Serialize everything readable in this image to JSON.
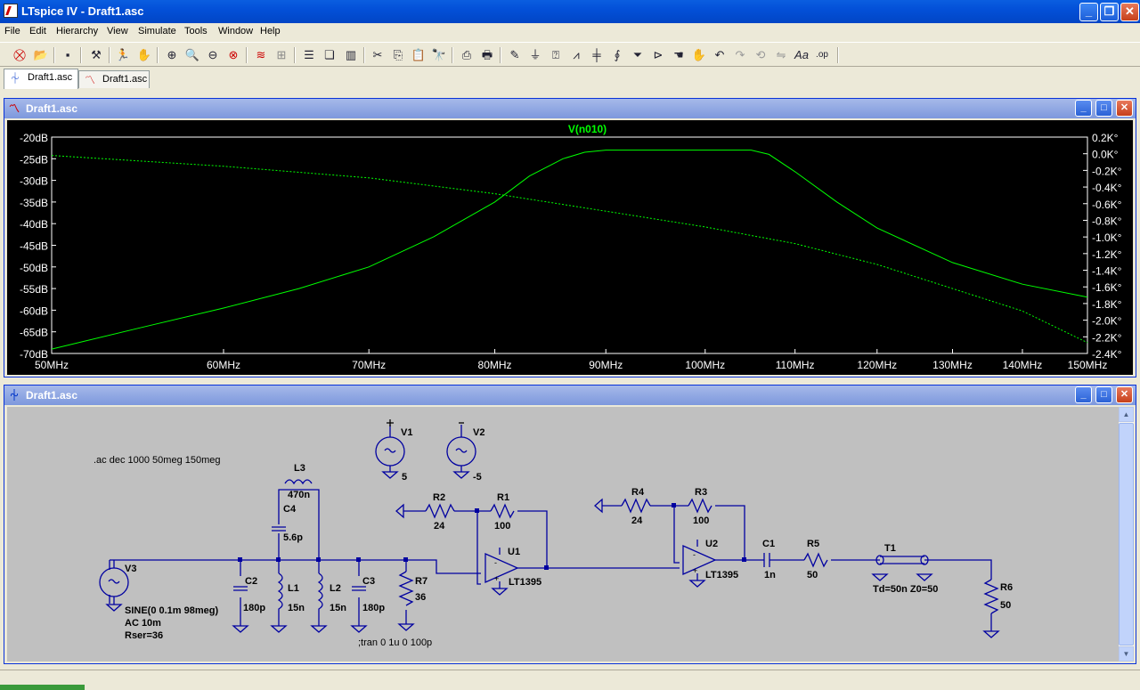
{
  "app": {
    "title": "LTspice IV - Draft1.asc"
  },
  "menu": [
    "File",
    "Edit",
    "Hierarchy",
    "View",
    "Simulate",
    "Tools",
    "Window",
    "Help"
  ],
  "toolbar_icons": [
    "open-schematic-icon",
    "open-file-icon",
    "save-icon",
    "control-panel-icon",
    "run-icon",
    "halt-icon",
    "zoom-in-icon",
    "zoom-pan-icon",
    "zoom-out-icon",
    "zoom-cancel-icon",
    "autorange-icon",
    "fit-icon",
    "tile-horizontal-icon",
    "cascade-icon",
    "tile-vertical-icon",
    "cut-icon",
    "copy-icon",
    "paste-icon",
    "find-icon",
    "print-setup-icon",
    "print-icon",
    "draw-wire-icon",
    "ground-icon",
    "label-net-icon",
    "resistor-icon",
    "capacitor-icon",
    "inductor-icon",
    "diode-icon",
    "component-icon",
    "move-icon",
    "drag-icon",
    "undo-icon",
    "redo-icon",
    "rotate-icon",
    "mirror-icon",
    "text-icon",
    "spice-directive-icon"
  ],
  "tabs": [
    {
      "label": "Draft1.asc",
      "icon": "schematic-icon"
    },
    {
      "label": "Draft1.asc",
      "icon": "waveform-icon"
    }
  ],
  "plot_window": {
    "title": "Draft1.asc"
  },
  "schematic_window": {
    "title": "Draft1.asc"
  },
  "chart_data": {
    "type": "line",
    "title": "V(n010)",
    "xlabel": "",
    "ylabel": "",
    "x_ticks": [
      "50MHz",
      "60MHz",
      "70MHz",
      "80MHz",
      "90MHz",
      "100MHz",
      "110MHz",
      "120MHz",
      "130MHz",
      "140MHz",
      "150MHz"
    ],
    "y_ticks_left": [
      "-20dB",
      "-25dB",
      "-30dB",
      "-35dB",
      "-40dB",
      "-45dB",
      "-50dB",
      "-55dB",
      "-60dB",
      "-65dB",
      "-70dB"
    ],
    "y_ticks_right": [
      "0.2K°",
      "0.0K°",
      "-0.2K°",
      "-0.4K°",
      "-0.6K°",
      "-0.8K°",
      "-1.0K°",
      "-1.2K°",
      "-1.4K°",
      "-1.6K°",
      "-1.8K°",
      "-2.0K°",
      "-2.2K°",
      "-2.4K°"
    ],
    "xlim": [
      50,
      150
    ],
    "ylim_left": [
      -70,
      -20
    ],
    "ylim_right": [
      -2400,
      200
    ],
    "log_x": true,
    "grid": false,
    "color": "#00ff00",
    "series": [
      {
        "name": "magnitude",
        "x": [
          50,
          55,
          60,
          65,
          70,
          75,
          80,
          83,
          86,
          88,
          90,
          95,
          100,
          105,
          107,
          110,
          115,
          120,
          130,
          140,
          150
        ],
        "values": [
          -69,
          -64,
          -59.5,
          -55,
          -50,
          -43,
          -35,
          -29,
          -25,
          -23.5,
          -23,
          -23,
          -23,
          -23,
          -24,
          -28,
          -35,
          -41,
          -49,
          -54,
          -57
        ]
      },
      {
        "name": "phase",
        "dashed": true,
        "x": [
          50,
          60,
          70,
          80,
          90,
          100,
          110,
          120,
          130,
          140,
          150
        ],
        "values": [
          -20,
          -150,
          -290,
          -480,
          -690,
          -880,
          -1080,
          -1330,
          -1620,
          -1890,
          -2270
        ]
      }
    ]
  },
  "schematic": {
    "directive_ac": ".ac dec 1000 50meg 150meg",
    "directive_tran": ";tran 0 1u 0 100p",
    "V1": {
      "name": "V1",
      "value": "5",
      "sign": "+"
    },
    "V2": {
      "name": "V2",
      "value": "-5",
      "sign": "-"
    },
    "V3": {
      "name": "V3",
      "value": "SINE(0 0.1m 98meg)",
      "ac": "AC 10m",
      "rser": "Rser=36"
    },
    "L3": {
      "name": "L3",
      "value": "470n"
    },
    "C4": {
      "name": "C4",
      "value": "5.6p"
    },
    "C2": {
      "name": "C2",
      "value": "180p"
    },
    "L1": {
      "name": "L1",
      "value": "15n"
    },
    "L2": {
      "name": "L2",
      "value": "15n"
    },
    "C3": {
      "name": "C3",
      "value": "180p"
    },
    "R7": {
      "name": "R7",
      "value": "36"
    },
    "R2": {
      "name": "R2",
      "value": "24"
    },
    "R1": {
      "name": "R1",
      "value": "100"
    },
    "U1": {
      "name": "U1",
      "value": "LT1395"
    },
    "R4": {
      "name": "R4",
      "value": "24"
    },
    "R3": {
      "name": "R3",
      "value": "100"
    },
    "U2": {
      "name": "U2",
      "value": "LT1395"
    },
    "C1": {
      "name": "C1",
      "value": "1n"
    },
    "R5": {
      "name": "R5",
      "value": "50"
    },
    "T1": {
      "name": "T1",
      "value": "Td=50n Z0=50"
    },
    "R6": {
      "name": "R6",
      "value": "50"
    },
    "plus": "+",
    "minus": "-"
  }
}
